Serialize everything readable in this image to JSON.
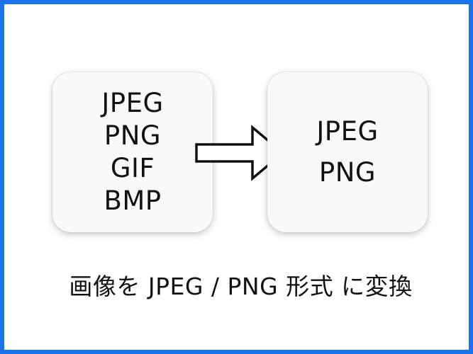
{
  "source": {
    "formats": [
      "JPEG",
      "PNG",
      "GIF",
      "BMP"
    ]
  },
  "target": {
    "formats": [
      "JPEG",
      "PNG"
    ]
  },
  "arrow": {
    "icon": "right-arrow-icon"
  },
  "caption": "画像を JPEG / PNG 形式 に変換",
  "colors": {
    "border": "#1a73e8",
    "text": "#111111",
    "box_background": "#f9f9f9"
  }
}
